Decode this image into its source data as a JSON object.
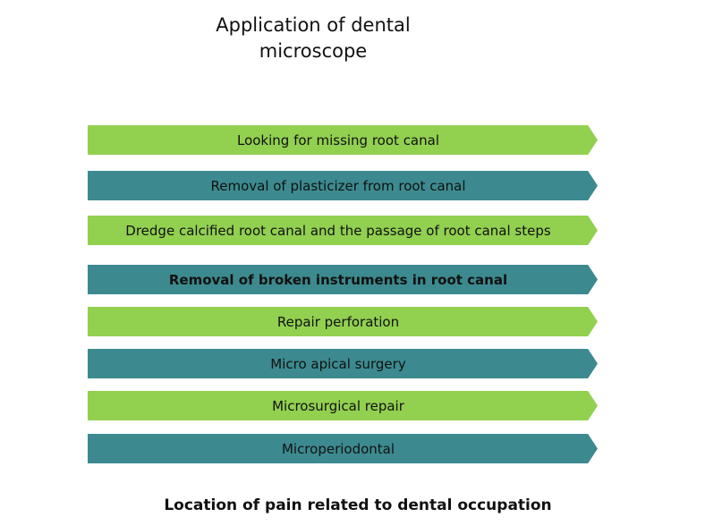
{
  "title": "Application of dental microscope",
  "title_lines": [
    "Application of dental",
    "microscope"
  ],
  "colors": {
    "green": "#92D050",
    "teal": "#3C8A8F"
  },
  "items": [
    {
      "label": "Looking for missing root canal",
      "color": "green"
    },
    {
      "label": "Removal of plasticizer from root canal",
      "color": "teal"
    },
    {
      "label": "Dredge calcified root canal and the passage of root canal steps",
      "color": "green"
    },
    {
      "label": "Removal of broken instruments in root canal",
      "color": "teal"
    },
    {
      "label": "Repair perforation",
      "color": "green"
    },
    {
      "label": "Micro apical surgery",
      "color": "teal"
    },
    {
      "label": "Microsurgical repair",
      "color": "green"
    },
    {
      "label": "Microperiodontal",
      "color": "teal"
    }
  ],
  "caption": "Location of pain related to dental occupation"
}
